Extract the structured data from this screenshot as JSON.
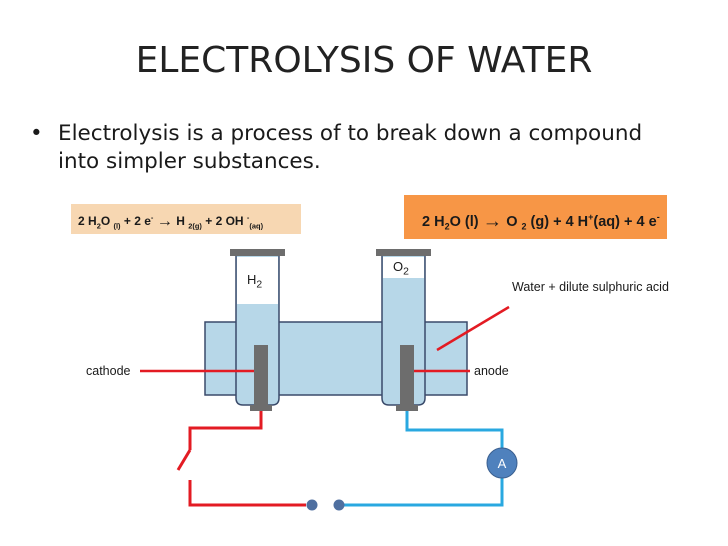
{
  "title": "ELECTROLYSIS OF WATER",
  "bullet": {
    "symbol": "•",
    "text": "Electrolysis is a process of to break down a compound into simpler substances."
  },
  "equations": {
    "cathode": {
      "part1": "2 H",
      "part1_sub": "2",
      "part2": "O ",
      "state1": "(l)",
      "part3": " + 2 e",
      "e_charge": "-",
      "arrow": "→",
      "part4": " H ",
      "h2_sub": "2",
      "state2": "(g)",
      "part5": " + 2 OH ",
      "oh_charge": "-",
      "state3": "(aq)"
    },
    "anode": {
      "part1": "2 H",
      "part1_sub": "2",
      "part2": "O ",
      "state1": "(l)",
      "arrow": "→",
      "part3": " O ",
      "o2_sub": "2",
      "state2": " (g)",
      "part4": " + 4 H",
      "h_charge": "+",
      "state3": "(aq)",
      "part5": " + 4 e",
      "e_charge": "-"
    }
  },
  "labels": {
    "h2_main": "H",
    "h2_sub": "2",
    "o2_main": "O",
    "o2_sub": "2",
    "cathode": "cathode",
    "anode": "anode",
    "water": "Water + dilute sulphuric acid",
    "ammeter": "A"
  },
  "colors": {
    "text": "#1a1a1a",
    "cathode_eq_bg": "#f7d7b2",
    "anode_eq_bg": "#f79646",
    "water_fill": "#b7d7e8",
    "water_stroke": "#3a4a6a",
    "electrode": "#6d6d6d",
    "red_wire": "#e31b23",
    "blue_wire": "#29a8e0",
    "ammeter_fill": "#4f81bd",
    "switch_contact": "#4f6fa0"
  }
}
